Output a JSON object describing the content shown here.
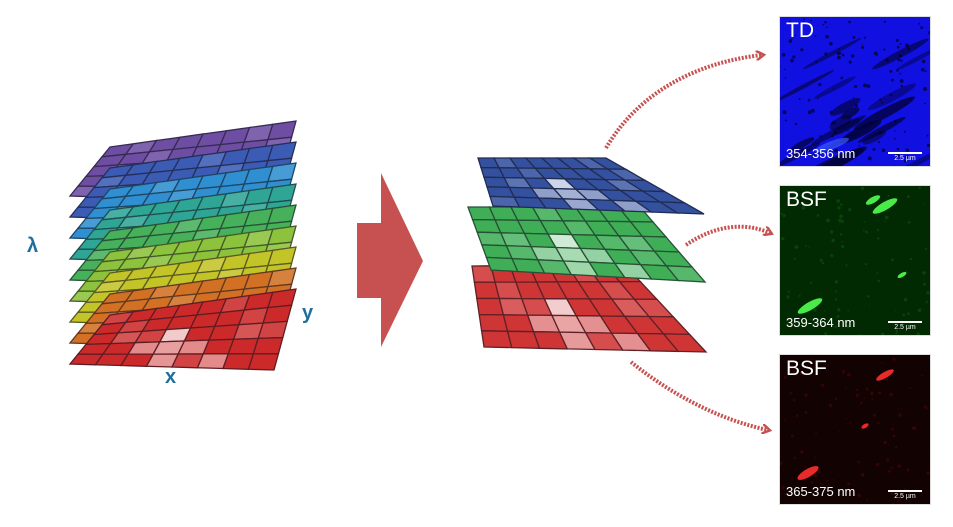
{
  "cube": {
    "axis_lambda": "λ",
    "axis_x": "x",
    "axis_y": "y",
    "layer_colors": [
      "#cc2a2a",
      "#d27024",
      "#c3c428",
      "#8cc23c",
      "#46b05a",
      "#2fa596",
      "#2f8fd0",
      "#3c5bb4",
      "#6d4ea3"
    ]
  },
  "arrow_color": "#c75150",
  "extract": {
    "layer_colors": [
      "#cf3535",
      "#3fae57",
      "#34519f"
    ]
  },
  "panels": [
    {
      "title": "TD",
      "range": "354-356 nm",
      "scale": "2.5 µm",
      "color": "#1010e0"
    },
    {
      "title": "BSF",
      "range": "359-364 nm",
      "scale": "2.5 µm",
      "color": "#10a010"
    },
    {
      "title": "BSF",
      "range": "365-375 nm",
      "scale": "2.5 µm",
      "color": "#b01010"
    }
  ]
}
